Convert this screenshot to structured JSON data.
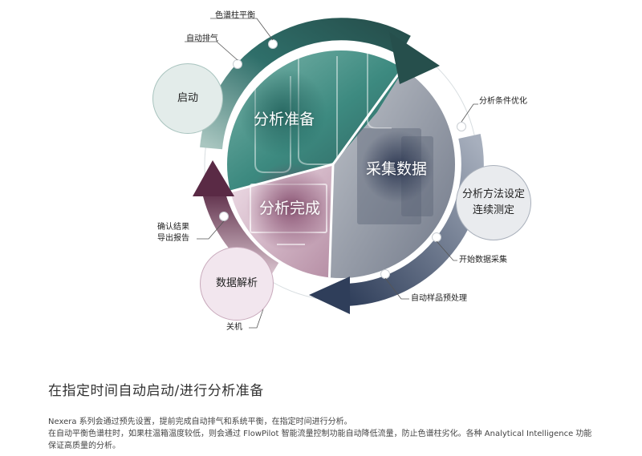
{
  "diagram": {
    "phases": {
      "prep": "分析准备",
      "acquire": "采集数据",
      "complete": "分析完成"
    },
    "stages": {
      "startup": "启动",
      "method": [
        "分析方法设定",
        "连续测定"
      ],
      "analysis": "数据解析"
    },
    "callouts": {
      "column_balance": "色谱柱平衡",
      "auto_purge": "自动排气",
      "condition_opt": "分析条件优化",
      "start_acq": "开始数据采集",
      "auto_prep": "自动样品预处理",
      "confirm": [
        "确认结果",
        "导出报告"
      ],
      "shutdown": "关机"
    },
    "colors": {
      "arc_teal": "#2f6f6a",
      "arc_navy": "#2f3e5a",
      "arc_maroon": "#5a2a45",
      "circle_teal_bg": "#e3ecea",
      "circle_gray_bg": "#e9ebee",
      "circle_pink_bg": "#f2e6ee"
    }
  },
  "section": {
    "title": "在指定时间自动启动/进行分析准备",
    "body": [
      "Nexera 系列会通过预先设置，提前完成自动排气和系统平衡，在指定时间进行分析。",
      "在自动平衡色谱柱时，如果柱温箱温度较低，则会通过 FlowPilot 智能流量控制功能自动降低流量，防止色谱柱劣化。各种 Analytical Intelligence 功能",
      "保证高质量的分析。"
    ]
  }
}
